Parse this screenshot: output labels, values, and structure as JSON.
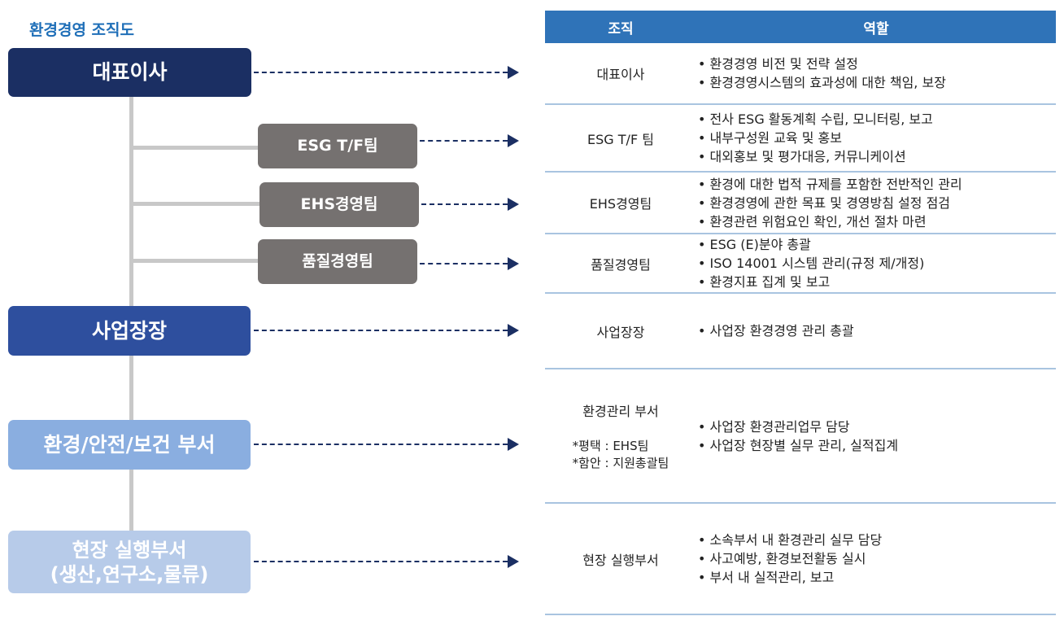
{
  "diagram_title": "환경경영 조직도",
  "nodes": {
    "ceo": "대표이사",
    "esg_team": "ESG T/F팀",
    "ehs_team": "EHS경영팀",
    "quality_team": "품질경영팀",
    "site_head": "사업장장",
    "env_dept": "환경/안전/보건 부서",
    "field_line1": "현장 실행부서",
    "field_line2": "(생산,연구소,물류)"
  },
  "colors": {
    "ceo": "#1b2f63",
    "teams": "#757170",
    "site_head": "#2e4f9e",
    "env_dept": "#8aaee0",
    "field": "#b7cbe9",
    "table_header": "#2f73b8",
    "title": "#1f6fb8"
  },
  "table": {
    "header_org": "조직",
    "header_role": "역할",
    "rows": [
      {
        "org": "대표이사",
        "roles": [
          "환경경영 비전 및 전략 설정",
          "환경경영시스템의 효과성에 대한 책임, 보장"
        ]
      },
      {
        "org": "ESG T/F 팀",
        "roles": [
          "전사 ESG 활동계획 수립, 모니터링, 보고",
          "내부구성원 교육 및 홍보",
          "대외홍보 및 평가대응, 커뮤니케이션"
        ]
      },
      {
        "org": "EHS경영팀",
        "roles": [
          "환경에 대한 법적 규제를 포함한 전반적인 관리",
          "환경경영에 관한 목표 및 경영방침 설정 점검",
          "환경관련 위험요인 확인, 개선 절차 마련"
        ]
      },
      {
        "org": "품질경영팀",
        "roles": [
          "ESG (E)분야 총괄",
          "ISO 14001 시스템 관리(규정 제/개정)",
          "환경지표 집계 및 보고"
        ]
      },
      {
        "org": "사업장장",
        "roles": [
          "사업장 환경경영 관리 총괄"
        ]
      },
      {
        "org": "환경관리 부서",
        "org_notes": [
          "*평택 : EHS팀",
          "*함안 : 지원총괄팀"
        ],
        "roles": [
          "사업장 환경관리업무 담당",
          "사업장 현장별 실무 관리, 실적집계"
        ]
      },
      {
        "org": "현장 실행부서",
        "roles": [
          "소속부서 내 환경관리 실무 담당",
          "사고예방, 환경보전활동 실시",
          "부서 내 실적관리, 보고"
        ]
      }
    ]
  }
}
